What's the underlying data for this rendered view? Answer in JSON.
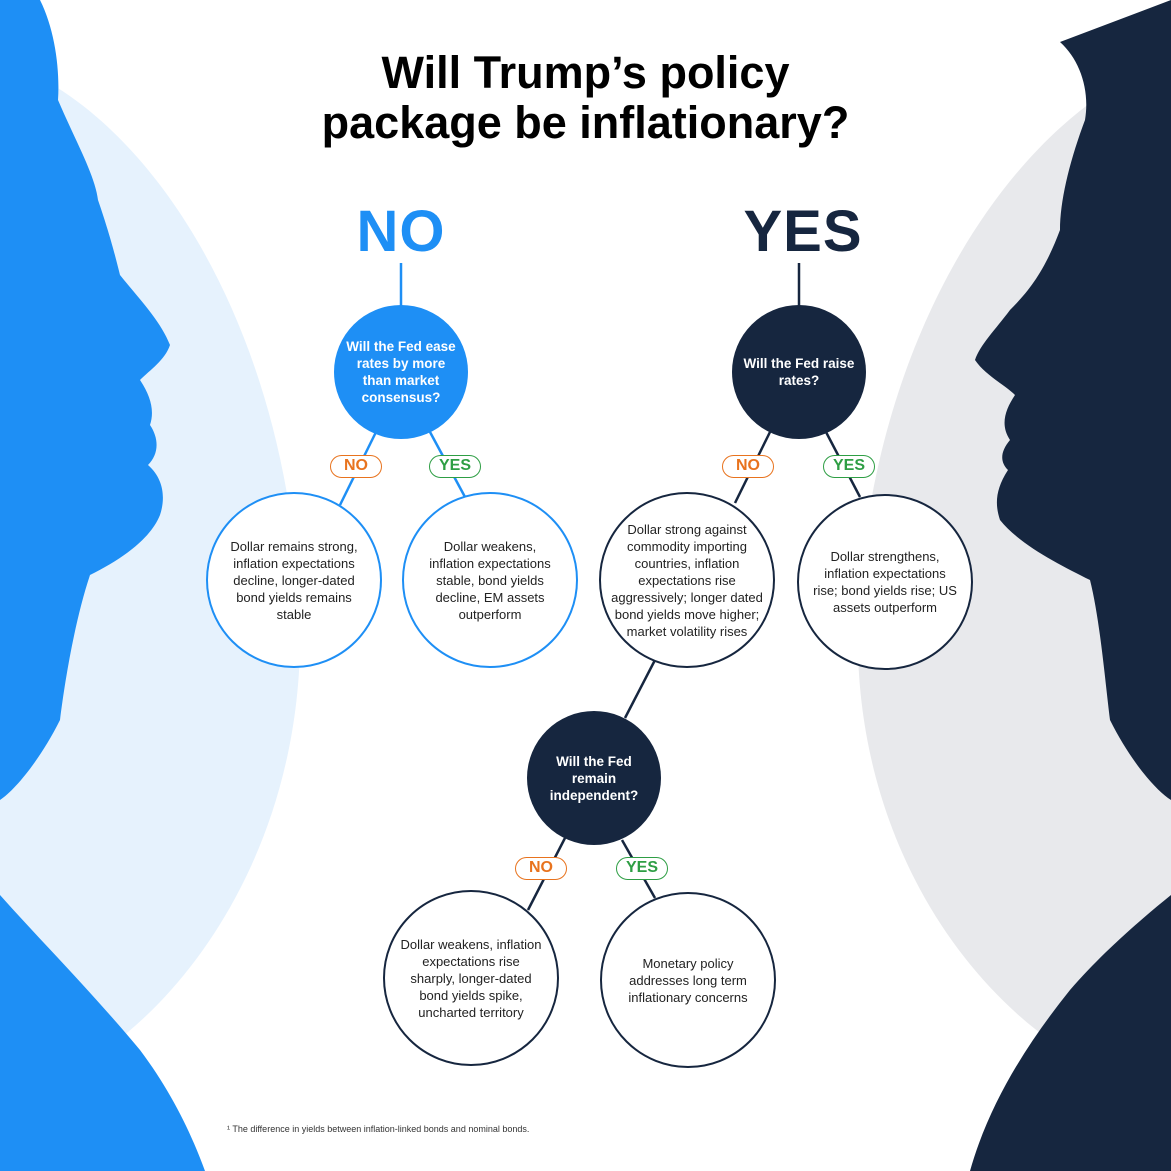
{
  "title": [
    "Will Trump’s policy",
    "package be inflationary?"
  ],
  "colors": {
    "blue": "#1E8FF5",
    "navy": "#16263F",
    "no": "#E8731E",
    "yes": "#2E9E44"
  },
  "branches": {
    "no": "NO",
    "yes": "YES"
  },
  "questions": {
    "q1": "Will the Fed ease rates by more than market consensus?",
    "q2": "Will the Fed raise rates?",
    "q3": "Will the Fed remain independent?"
  },
  "badges": {
    "no": "NO",
    "yes": "YES"
  },
  "outcomes": {
    "q1_no": "Dollar remains strong, inflation expectations decline, longer-dated bond yields remains stable",
    "q1_yes": "Dollar weakens, inflation expectations stable, bond yields decline, EM assets outperform",
    "q2_no": "Dollar strong against commodity importing countries, inflation expectations rise aggressively; longer dated bond yields move higher; market volatility rises",
    "q2_yes": "Dollar strengthens, inflation expectations rise; bond yields rise; US assets outperform",
    "q3_no": "Dollar weakens, inflation expectations rise sharply, longer-dated bond yields spike, uncharted territory",
    "q3_yes": "Monetary policy addresses long term inflationary concerns"
  },
  "footnote": "¹ The difference in yields between inflation-linked bonds and nominal bonds."
}
